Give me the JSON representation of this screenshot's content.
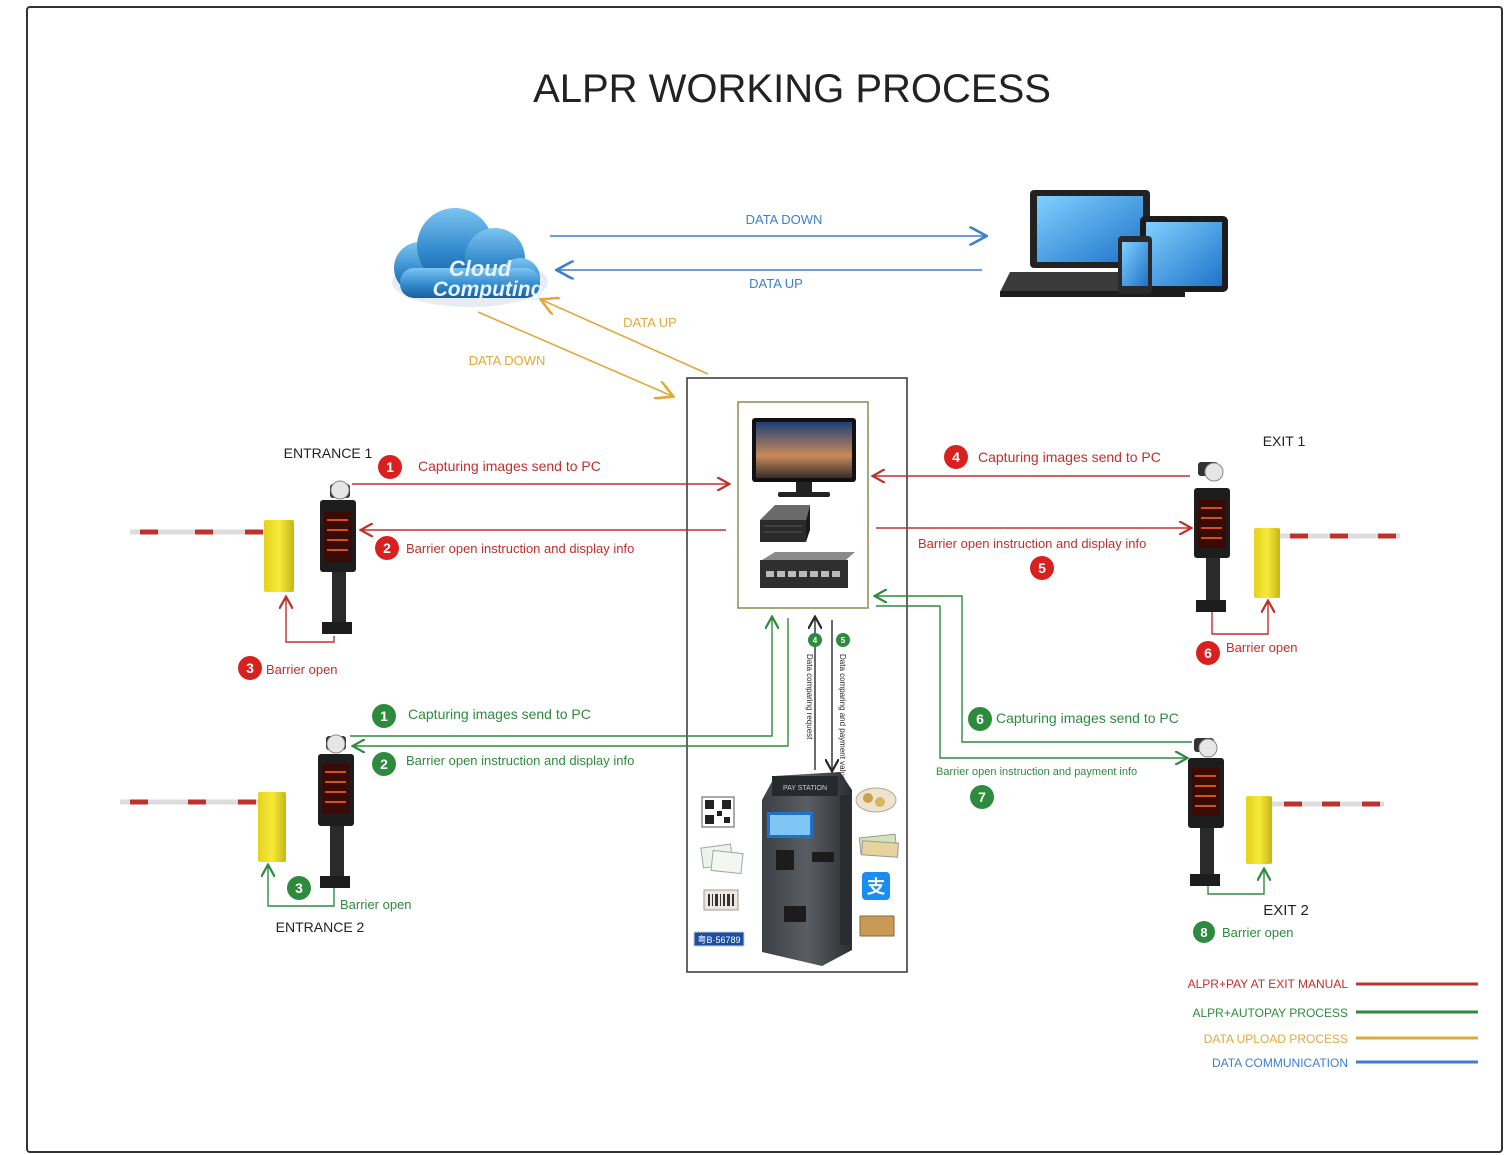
{
  "title": "ALPR WORKING PROCESS",
  "colors": {
    "red": "#c0302c",
    "green": "#2e8b3e",
    "orange": "#e2a83a",
    "blue": "#3d7fc9"
  },
  "cloud": {
    "line1": "Cloud",
    "line2": "Computing",
    "data_down": "DATA DOWN",
    "data_up": "DATA UP",
    "orange_up": "DATA UP",
    "orange_down": "DATA DOWN"
  },
  "entrance1": {
    "title": "ENTRANCE 1",
    "step1_num": "1",
    "step1": "Capturing images send to PC",
    "step2_num": "2",
    "step2": "Barrier open instruction and display info",
    "step3_num": "3",
    "step3": "Barrier open"
  },
  "exit1": {
    "title": "EXIT 1",
    "step4_num": "4",
    "step4": "Capturing images send to PC",
    "step5_num": "5",
    "step5": "Barrier open instruction and display info",
    "step6_num": "6",
    "step6": "Barrier open"
  },
  "entrance2": {
    "title": "ENTRANCE 2",
    "step1_num": "1",
    "step1": "Capturing images send to PC",
    "step2_num": "2",
    "step2": "Barrier open instruction and display info",
    "step3_num": "3",
    "step3": "Barrier open"
  },
  "exit2": {
    "title": "EXIT 2",
    "step6_num": "6",
    "step6": "Capturing images send to PC",
    "step7_num": "7",
    "step7": "Barrier open instruction and payment info",
    "step8_num": "8",
    "step8": "Barrier open"
  },
  "kiosk": {
    "step4_num": "4",
    "step4": "Data comparing request",
    "step5_num": "5",
    "step5": "Data comparing and payment value",
    "screen_label": "PAY STATION",
    "plate": "粤B·56789"
  },
  "legend": [
    {
      "label": "ALPR+PAY AT EXIT MANUAL",
      "color": "#c0302c"
    },
    {
      "label": "ALPR+AUTOPAY PROCESS",
      "color": "#2e8b3e"
    },
    {
      "label": "DATA UPLOAD PROCESS",
      "color": "#e2a83a"
    },
    {
      "label": "DATA COMMUNICATION",
      "color": "#3d7fc9"
    }
  ]
}
